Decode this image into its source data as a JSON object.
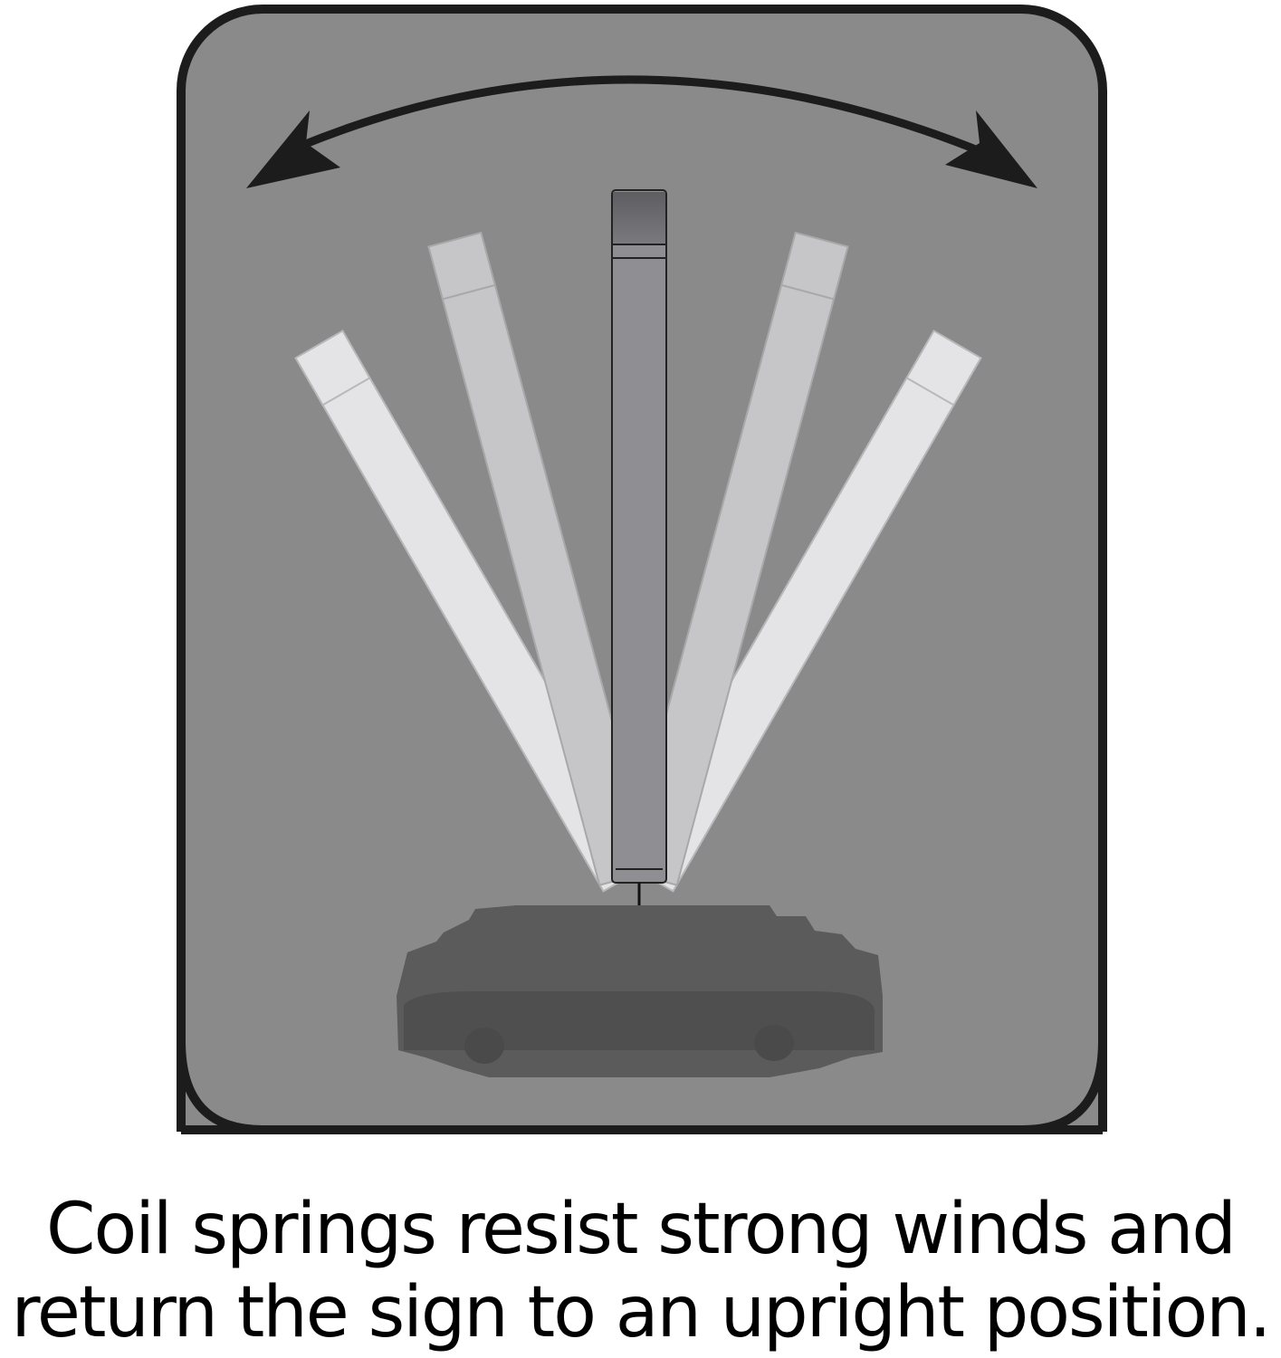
{
  "figure": {
    "background_color": "#ffffff",
    "panel_color": "#8a8a8a",
    "panel_border_color": "#1c1c1c",
    "arrow_color": "#1c1c1c",
    "base_color": "#5a5a5a",
    "upright_sign_color": "#7c7c80",
    "ghost_sign_colors": [
      "#e6e6e8",
      "#c8c8ca"
    ],
    "icons": {
      "arrow": "double-headed-curved-arrow",
      "sign": "sign-panel",
      "base": "weighted-base"
    },
    "positions": [
      "tilted-left-far",
      "tilted-left",
      "upright",
      "tilted-right",
      "tilted-right-far"
    ]
  },
  "caption": {
    "line1": "Coil springs resist strong winds and",
    "line2": "return the sign to an upright position."
  }
}
